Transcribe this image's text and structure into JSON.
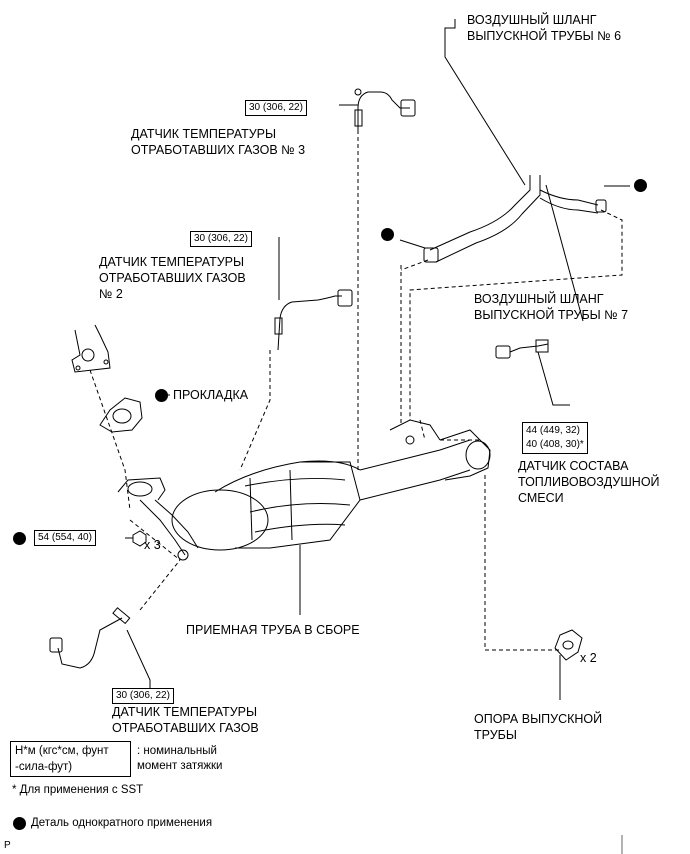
{
  "labels": {
    "hose6": [
      "ВОЗДУШНЫЙ ШЛАНГ",
      "ВЫПУСКНОЙ ТРУБЫ № 6"
    ],
    "sensor3": [
      "ДАТЧИК ТЕМПЕРАТУРЫ",
      "ОТРАБОТАВШИХ ГАЗОВ № 3"
    ],
    "sensor2": [
      "ДАТЧИК ТЕМПЕРАТУРЫ",
      "ОТРАБОТАВШИХ ГАЗОВ",
      "№ 2"
    ],
    "hose7": [
      "ВОЗДУШНЫЙ ШЛАНГ",
      "ВЫПУСКНОЙ ТРУБЫ № 7"
    ],
    "gasket": "ПРОКЛАДКА",
    "afsensor": [
      "ДАТЧИК СОСТАВА",
      "ТОПЛИВОВОЗДУШНОЙ",
      "СМЕСИ"
    ],
    "pipe": "ПРИЕМНАЯ ТРУБА В СБОРЕ",
    "sensor1": [
      "ДАТЧИК ТЕМПЕРАТУРЫ",
      "ОТРАБОТАВШИХ ГАЗОВ"
    ],
    "support": [
      "ОПОРА ВЫПУСКНОЙ",
      "ТРУБЫ"
    ]
  },
  "torques": {
    "sensor3": "30 (306, 22)",
    "sensor2": "30 (306, 22)",
    "nut": "54 (554, 40)",
    "afsensor_1": "44 (449, 32)",
    "afsensor_2": "40 (408, 30)*",
    "sensor1": "30 (306, 22)"
  },
  "quantities": {
    "nut": "x 3",
    "support": "x 2"
  },
  "legend": {
    "unit_line1": "Н*м (кгс*см, фунт",
    "unit_line2": "-сила-фут)",
    "unit_desc_line1": ": номинальный",
    "unit_desc_line2": "момент затяжки",
    "sst_note": "* Для применения с SST",
    "single_use": "Деталь однократного применения"
  },
  "corner_mark": "P"
}
